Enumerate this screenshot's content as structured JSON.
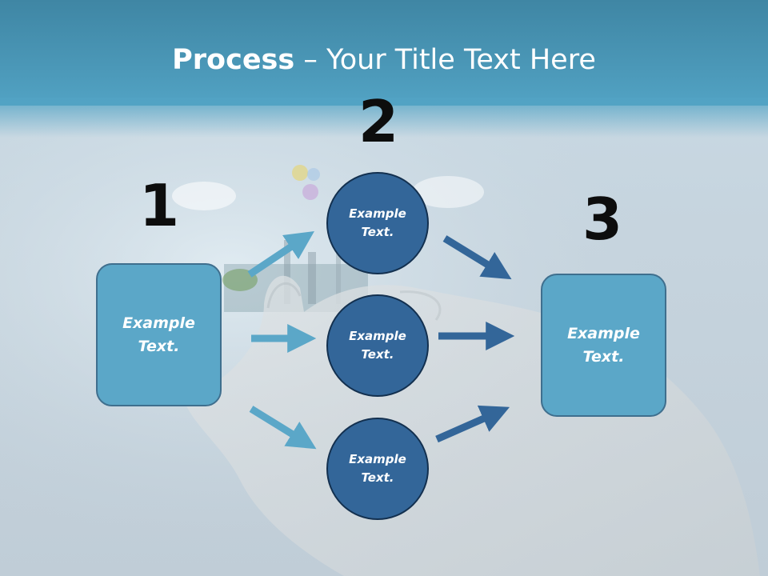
{
  "title": {
    "bold": "Process",
    "rest": " – Your Title Text Here"
  },
  "steps": {
    "one": "1",
    "two": "2",
    "three": "3"
  },
  "left_box": {
    "text": "Example Text."
  },
  "circles": [
    {
      "text": "Example Text."
    },
    {
      "text": "Example Text."
    },
    {
      "text": "Example Text."
    }
  ],
  "right_box": {
    "text": "Example Text."
  },
  "colors": {
    "header": "#4b98b8",
    "box_fill": "#5ba7c8",
    "circle_fill": "#336699",
    "arrow_light": "#5ba7c8",
    "arrow_dark": "#336699"
  }
}
